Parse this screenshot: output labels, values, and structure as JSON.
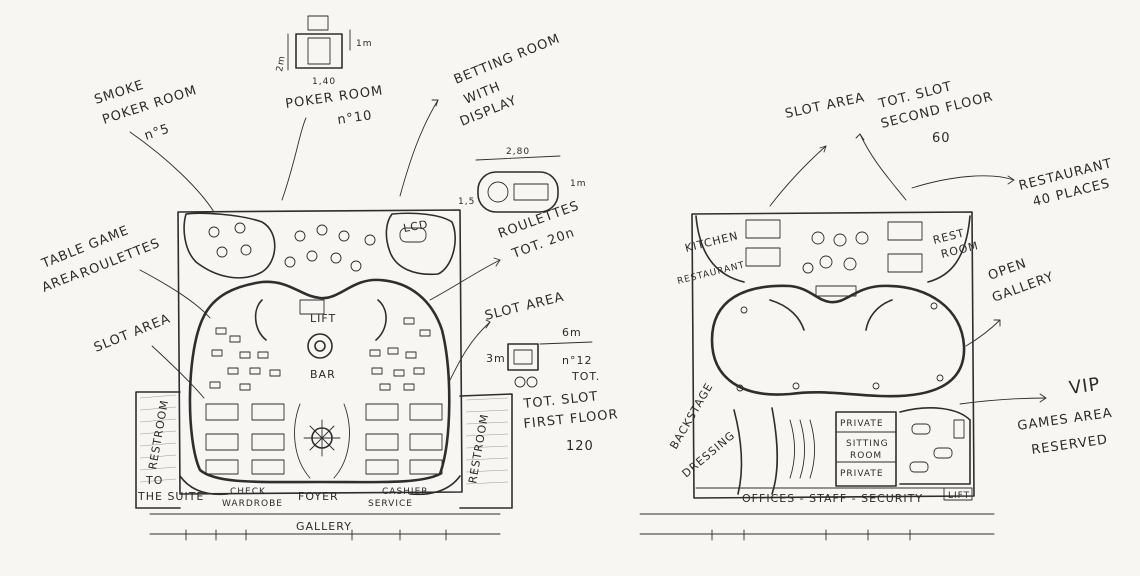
{
  "labels": {
    "smoke_poker_room": [
      "SMOKE",
      "POKER ROOM",
      "n°5"
    ],
    "poker_room": [
      "POKER ROOM",
      "n°10"
    ],
    "poker_dim_w": "1,40",
    "poker_dim_h": "2m",
    "poker_dim_side": "1m",
    "betting_room": [
      "BETTING ROOM",
      "WITH",
      "DISPLAY"
    ],
    "roulettes_dim_w": "2,80",
    "roulettes_dim_h": "1m",
    "roulettes_dim_s": "1,5",
    "roulettes": [
      "ROULETTES",
      "TOT. 20n"
    ],
    "lcd": "LCD",
    "table_game_area": [
      "TABLE GAME",
      "AREA",
      "ROULETTES"
    ],
    "slot_area_left": "SLOT AREA",
    "lift_left": "LIFT",
    "bar": "BAR",
    "slot_area_right": "SLOT AREA",
    "slot_dim_w": "6m",
    "slot_dim_h": "3m",
    "slot_count": [
      "n°12",
      "TOT."
    ],
    "tot_slot_first": [
      "TOT. SLOT",
      "FIRST FLOOR",
      "120"
    ],
    "restroom_left": "RESTROOM",
    "restroom_right": "RESTROOM",
    "to_the_suite": [
      "TO",
      "THE SUITE"
    ],
    "check_wardrobe": [
      "CHECK",
      "WARDROBE"
    ],
    "foyer": "FOYER",
    "cashier_service": [
      "CASHIER",
      "SERVICE"
    ],
    "gallery": "GALLERY",
    "slot_area_top": "SLOT AREA",
    "tot_slot_second": [
      "TOT. SLOT",
      "SECOND FLOOR",
      "60"
    ],
    "restaurant": [
      "RESTAURANT",
      "40 PLACES"
    ],
    "kitchen": [
      "KITCHEN",
      "RESTAURANT"
    ],
    "rest_room": [
      "REST",
      "ROOM"
    ],
    "open_gallery": [
      "OPEN",
      "GALLERY"
    ],
    "vip": [
      "VIP",
      "GAMES AREA",
      "RESERVED"
    ],
    "backstage": [
      "BACKSTAGE",
      "DRESSING"
    ],
    "private_1": "PRIVATE",
    "sitting_room": [
      "SITTING",
      "ROOM"
    ],
    "private_2": "PRIVATE",
    "offices": "OFFICES - STAFF - SECURITY",
    "lift_right": "LIFT"
  },
  "colors": {
    "paper": "#f7f6f3",
    "ink": "#2e2e2e",
    "shade": "#9a9a9a"
  }
}
